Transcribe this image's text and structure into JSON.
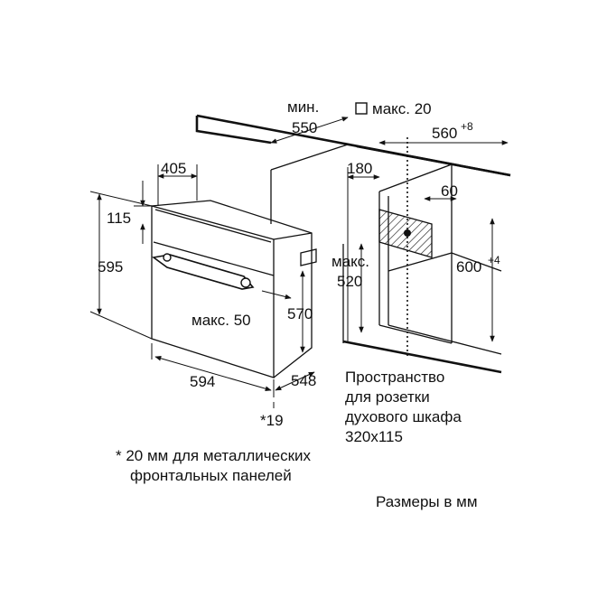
{
  "dimensions": {
    "min_label": "мин.",
    "min_value": "550",
    "max20": "макс. 20",
    "d560": "560",
    "d560_sup": "+8",
    "d405": "405",
    "d180": "180",
    "d60": "60",
    "d115": "115",
    "d595": "595",
    "max520_label": "макс.",
    "max520_value": "520",
    "d600": "600",
    "d600_sup": "+4",
    "max50": "макс. 50",
    "d570": "570",
    "d594": "594",
    "d548": "548",
    "d19": "*19"
  },
  "notes": {
    "socket_line1": "Пространство",
    "socket_line2": "для розетки",
    "socket_line3": "духового шкафа",
    "socket_line4": "320x115",
    "footnote_line1": "* 20 мм для металлических",
    "footnote_line2": "фронтальных панелей",
    "units": "Размеры в мм"
  }
}
